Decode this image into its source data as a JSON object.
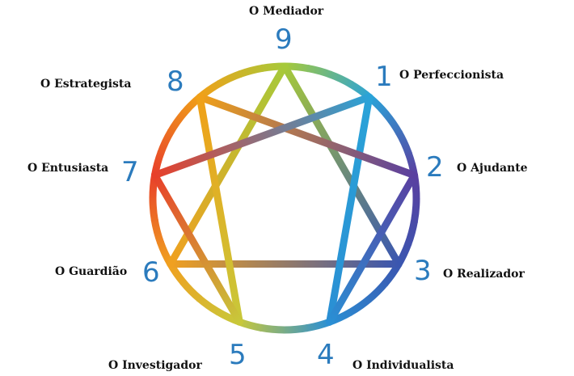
{
  "points": [
    {
      "number": "9",
      "type": "O Mediador",
      "color": "#a6c93a"
    },
    {
      "number": "1",
      "type": "O Perfeccionista",
      "color": "#2aa3d8"
    },
    {
      "number": "2",
      "type": "O Ajudante",
      "color": "#5a3fa0"
    },
    {
      "number": "3",
      "type": "O Realizador",
      "color": "#3a56b0"
    },
    {
      "number": "4",
      "type": "O Individualista",
      "color": "#2a8fd4"
    },
    {
      "number": "5",
      "type": "O Investigador",
      "color": "#c8c83a"
    },
    {
      "number": "6",
      "type": "O Guardião",
      "color": "#f0a020"
    },
    {
      "number": "7",
      "type": "O Entusiasta",
      "color": "#e8402a"
    },
    {
      "number": "8",
      "type": "O Estrategista",
      "color": "#f0a018"
    }
  ],
  "lines": [
    [
      0,
      3
    ],
    [
      3,
      6
    ],
    [
      6,
      0
    ],
    [
      1,
      4
    ],
    [
      4,
      2
    ],
    [
      2,
      8
    ],
    [
      8,
      5
    ],
    [
      5,
      7
    ],
    [
      7,
      1
    ]
  ]
}
